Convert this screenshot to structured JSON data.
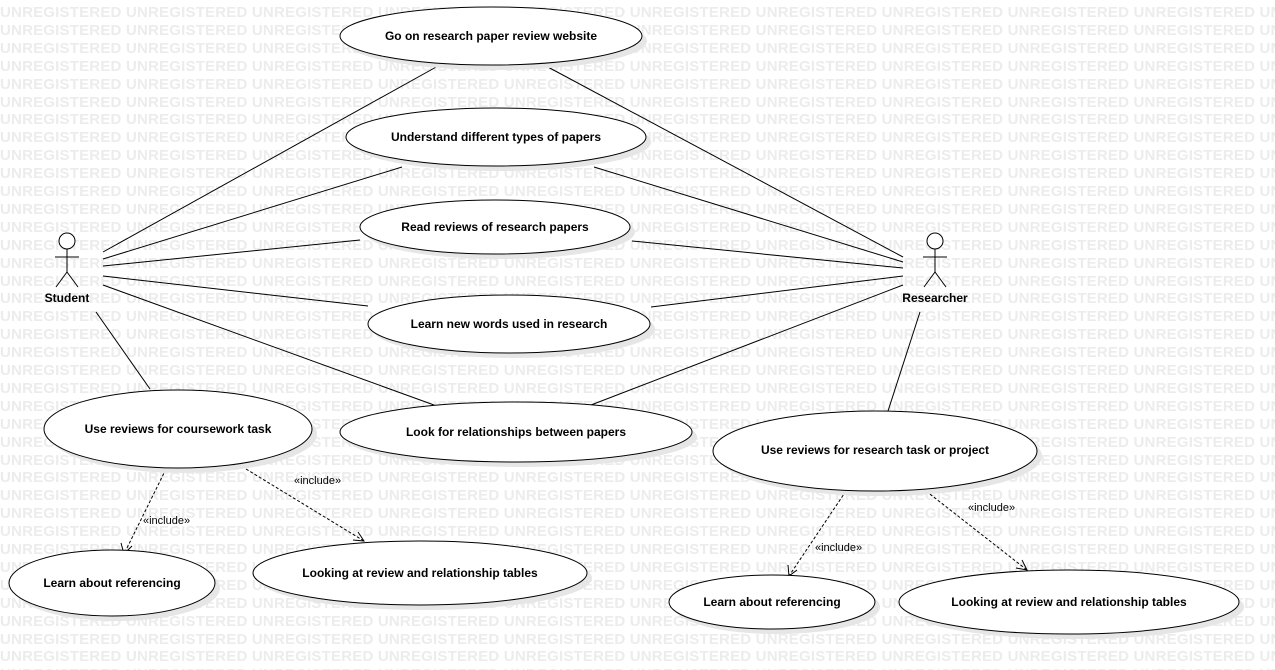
{
  "watermark": {
    "text": "UNREGISTERED"
  },
  "actors": {
    "student": {
      "label": "Student"
    },
    "researcher": {
      "label": "Researcher"
    }
  },
  "use_cases": {
    "go_website": "Go on research paper review website",
    "understand_types": "Understand different types of papers",
    "read_reviews": "Read reviews of research papers",
    "learn_words": "Learn new words used in research",
    "look_relationships": "Look for relationships between papers",
    "student_coursework": "Use reviews for coursework task",
    "researcher_task": "Use reviews for research task or project",
    "student_referencing": "Learn about referencing",
    "student_tables": "Looking at review and relationship tables",
    "researcher_referencing": "Learn about referencing",
    "researcher_tables": "Looking  at review and relationship tables"
  },
  "relationships": {
    "include_label": "«include»"
  },
  "colors": {
    "stroke": "#000000",
    "fill": "#ffffff",
    "shadow": "#e6e6e6",
    "watermark": "#ececec"
  }
}
